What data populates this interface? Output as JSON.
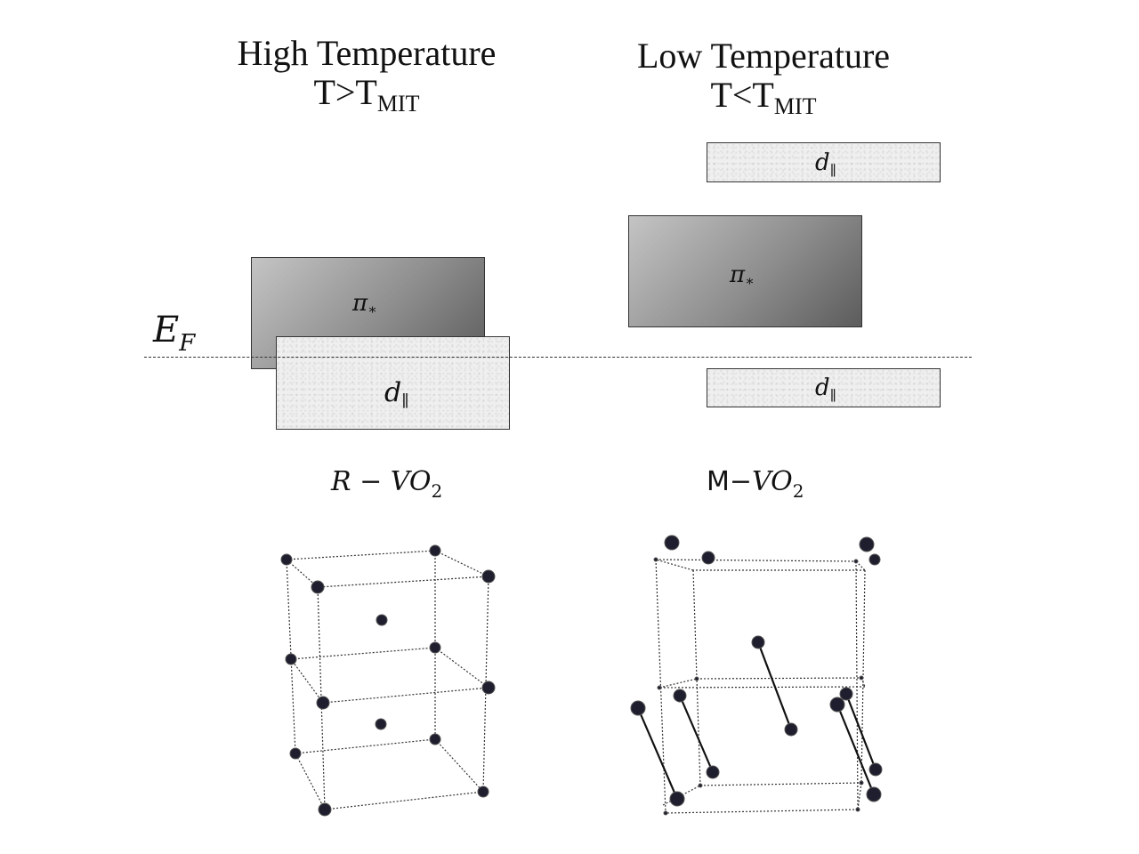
{
  "high": {
    "title": "High Temperature",
    "cond_main": "T>T",
    "cond_sub": "MIT",
    "pi_symbol": "π",
    "pi_sub": "∗",
    "d_symbol": "d",
    "d_sub": "∥",
    "phase_main": "R − VO",
    "phase_sub": "2"
  },
  "low": {
    "title": "Low Temperature",
    "cond_main": "T<T",
    "cond_sub": "MIT",
    "d_upper_symbol": "d",
    "d_upper_sub": "∥",
    "pi_symbol": "π",
    "pi_sub": "∗",
    "d_lower_symbol": "d",
    "d_lower_sub": "∥",
    "phase_prefix": "M",
    "phase_main": "−VO",
    "phase_sub": "2"
  },
  "fermi": {
    "symbol": "E",
    "sub": "F"
  },
  "colors": {
    "atom": "#1e1e2e",
    "pi_band_dark": "#5c5c5c",
    "pi_band_light": "#c4c4c4",
    "d_band": "#efefef"
  }
}
